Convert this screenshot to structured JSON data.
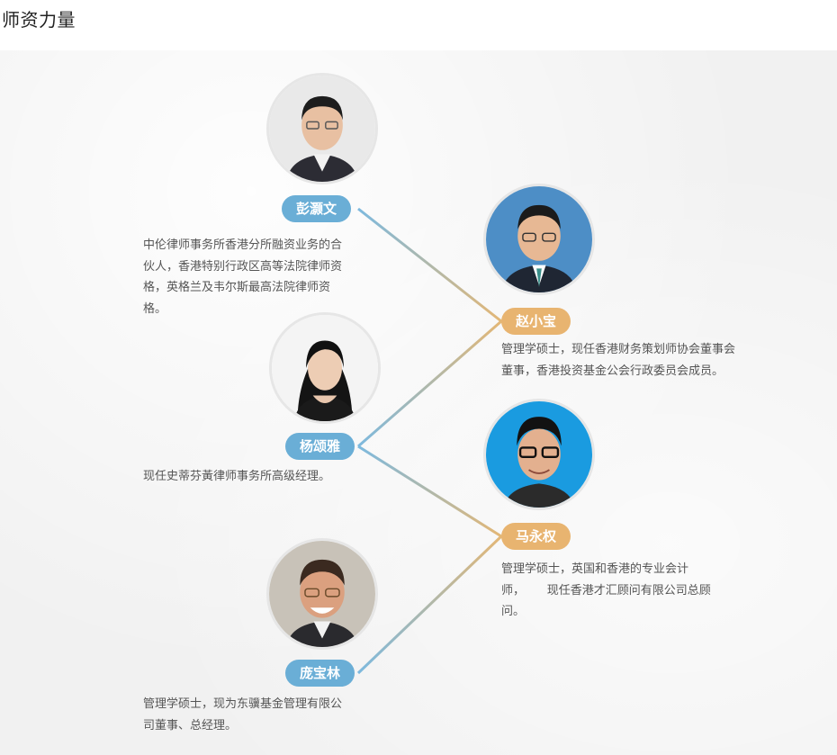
{
  "page": {
    "title": "师资力量"
  },
  "colors": {
    "blue": "#6aaed6",
    "orange": "#e8b470",
    "line_blue": "#7db9de",
    "line_orange": "#e3b776"
  },
  "mentors": [
    {
      "name": "彭灏文",
      "desc_lines": [
        "中伦律师事务所香港分所融资业务的合",
        "伙人，香港特别行政区高等法院律师资",
        "格，英格兰及韦尔斯最高法院律师资",
        "格。"
      ],
      "tag_color": "blue",
      "photo_bg": "light"
    },
    {
      "name": "赵小宝",
      "desc_lines": [
        "管理学硕士，现任香港财务策划师协会董事会",
        "董事，香港投资基金公会行政委员会成员。"
      ],
      "tag_color": "orange",
      "photo_bg": "blue"
    },
    {
      "name": "杨颂雅",
      "desc_lines": [
        "现任史蒂芬黃律师事务所高级经理。"
      ],
      "tag_color": "blue",
      "photo_bg": "light"
    },
    {
      "name": "马永权",
      "desc_lines": [
        "管理学硕士，英国和香港的专业会计",
        "师，      现任香港才汇顾问有限公司总顾",
        "问。"
      ],
      "tag_color": "orange",
      "photo_bg": "cyan"
    },
    {
      "name": "庞宝林",
      "desc_lines": [
        "管理学硕士，现为东骥基金管理有限公",
        "司董事、总经理。"
      ],
      "tag_color": "blue",
      "photo_bg": "gray"
    }
  ]
}
